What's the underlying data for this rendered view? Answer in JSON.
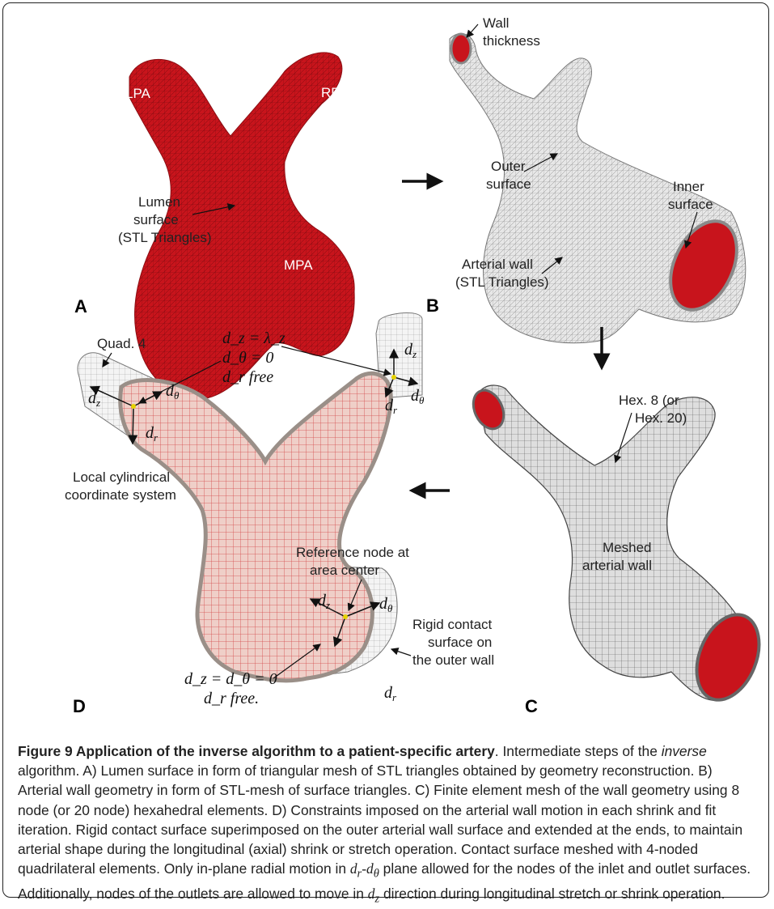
{
  "panels": {
    "a": {
      "letter": "A",
      "labels": {
        "lpa": "LPA",
        "rpa": "RPA",
        "mpa": "MPA",
        "lumen_1": "Lumen",
        "lumen_2": "surface",
        "lumen_3": "(STL Triangles)"
      }
    },
    "b": {
      "letter": "B",
      "labels": {
        "wall_1": "Wall",
        "wall_2": "thickness",
        "outer_1": "Outer",
        "outer_2": "surface",
        "inner_1": "Inner",
        "inner_2": "surface",
        "arterial_1": "Arterial wall",
        "arterial_2": "(STL Triangles)"
      }
    },
    "c": {
      "letter": "C",
      "labels": {
        "hex_1": "Hex. 8 (or",
        "hex_2": "Hex. 20)",
        "meshed_1": "Meshed",
        "meshed_2": "arterial wall"
      }
    },
    "d": {
      "letter": "D",
      "labels": {
        "quad": "Quad. 4",
        "dz_lambda": "d_z = λ_z",
        "dtheta_zero": "d_θ = 0",
        "dr_free": "d_r free",
        "local_1": "Local cylindrical",
        "local_2": "coordinate system",
        "ref_1": "Reference node at",
        "ref_2": "area center",
        "rigid_1": "Rigid contact",
        "rigid_2": "surface on",
        "rigid_3": "the outer wall",
        "bottom_1": "d_z = d_θ = 0",
        "bottom_2": "d_r free."
      }
    }
  },
  "caption": {
    "title": "Figure 9 Application of the inverse algorithm to a patient-specific artery",
    "s1a": ". Intermediate steps of the ",
    "s1b": "inverse",
    "s1c": " algorithm. A) Lumen surface in form of triangular mesh of STL triangles obtained by geometry reconstruction. B) Arterial wall geometry in form of STL-mesh of surface triangles. C) Finite element mesh of the wall geometry using 8 node (or 20 node) hexahedral elements. D) Constraints imposed on the arterial wall motion in each shrink and fit iteration. Rigid contact surface superimposed on the outer arterial wall surface and extended at the ends, to maintain arterial shape during the longitudinal (axial) shrink or stretch operation. Contact surface meshed with 4-noded quadrilateral elements. Only in-plane radial motion in ",
    "s1d": " plane allowed for the nodes of the inlet and outlet surfaces. Additionally, nodes of the outlets are allowed to move in ",
    "s1e": " direction during longitudinal stretch or shrink operation."
  },
  "colors": {
    "lumen_red": "#c8141c",
    "mesh_gray": "#d4d4d4",
    "mesh_red": "#e06060",
    "accent": "#c8141c"
  }
}
